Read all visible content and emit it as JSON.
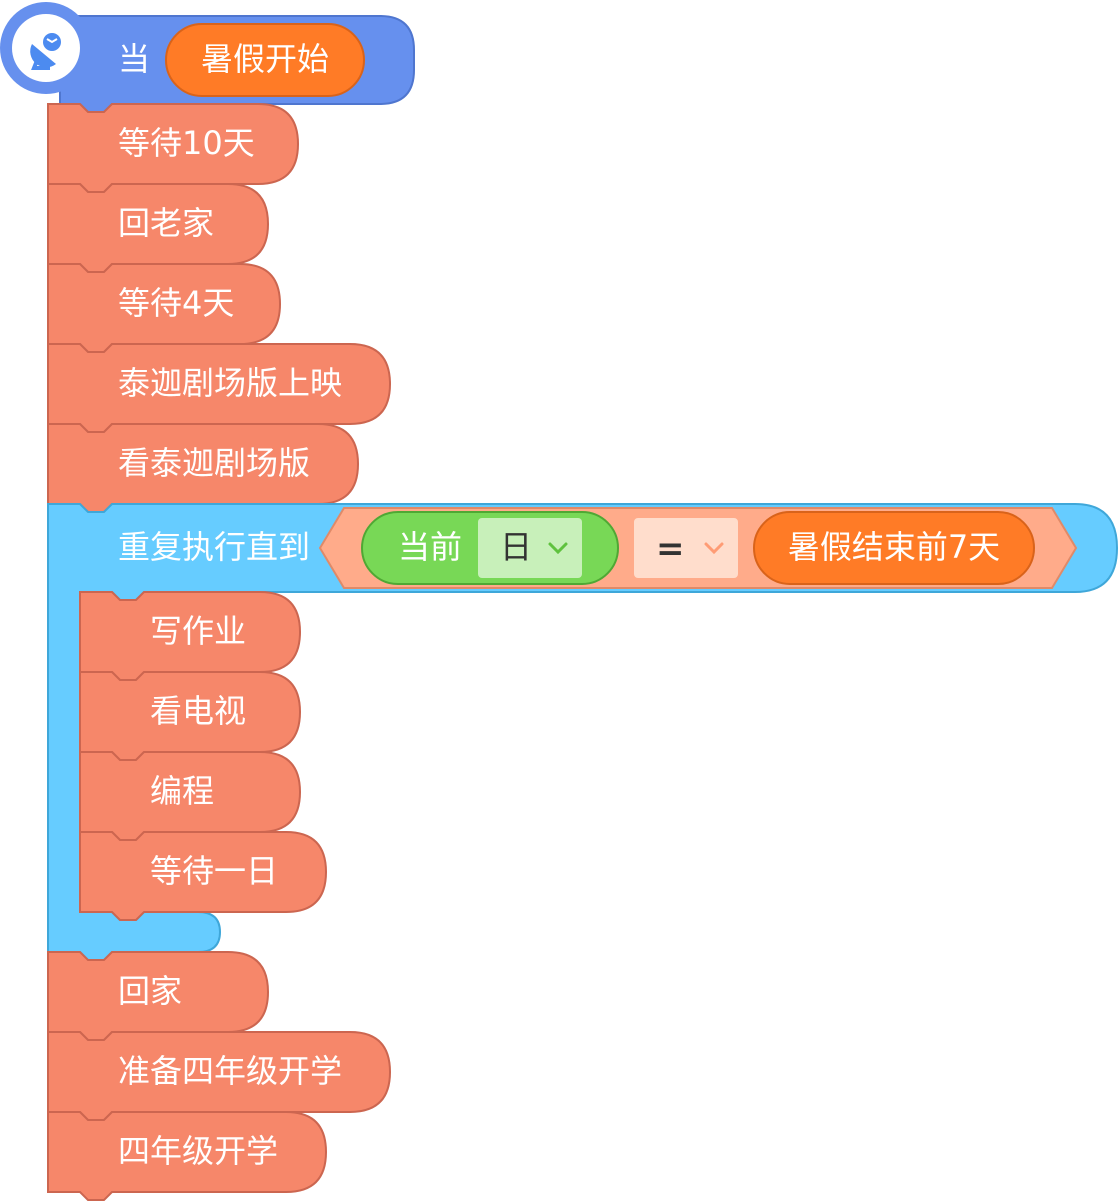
{
  "colors": {
    "event_block": "#6690EE",
    "event_stroke": "#4F76CF",
    "action_block": "#F6876A",
    "action_stroke": "#CC6650",
    "control_block": "#66CCFF",
    "control_stroke": "#3FA7D9",
    "operator_orange": "#FF7B26",
    "operator_stroke": "#D9631A",
    "sensing_green": "#78D856",
    "sensing_stroke": "#4FA834",
    "condition_bg": "#FFAB8A",
    "dropdown_light_green": "#C8F0BA",
    "dropdown_light_peach": "#FFDDCC"
  },
  "hat": {
    "icon": "satellite-dish-icon",
    "label": "当",
    "event_name": "暑假开始"
  },
  "blocks_before_loop": [
    {
      "label": "等待10天"
    },
    {
      "label": "回老家"
    },
    {
      "label": "等待4天"
    },
    {
      "label": "泰迦剧场版上映"
    },
    {
      "label": "看泰迦剧场版"
    }
  ],
  "loop": {
    "label": "重复执行直到",
    "condition": {
      "left_label": "当前",
      "left_dropdown_value": "日",
      "operator_value": "=",
      "right_value": "暑假结束前7天"
    },
    "body": [
      {
        "label": "写作业"
      },
      {
        "label": "看电视"
      },
      {
        "label": "编程"
      },
      {
        "label": "等待一日"
      }
    ]
  },
  "blocks_after_loop": [
    {
      "label": "回家"
    },
    {
      "label": "准备四年级开学"
    },
    {
      "label": "四年级开学"
    }
  ]
}
